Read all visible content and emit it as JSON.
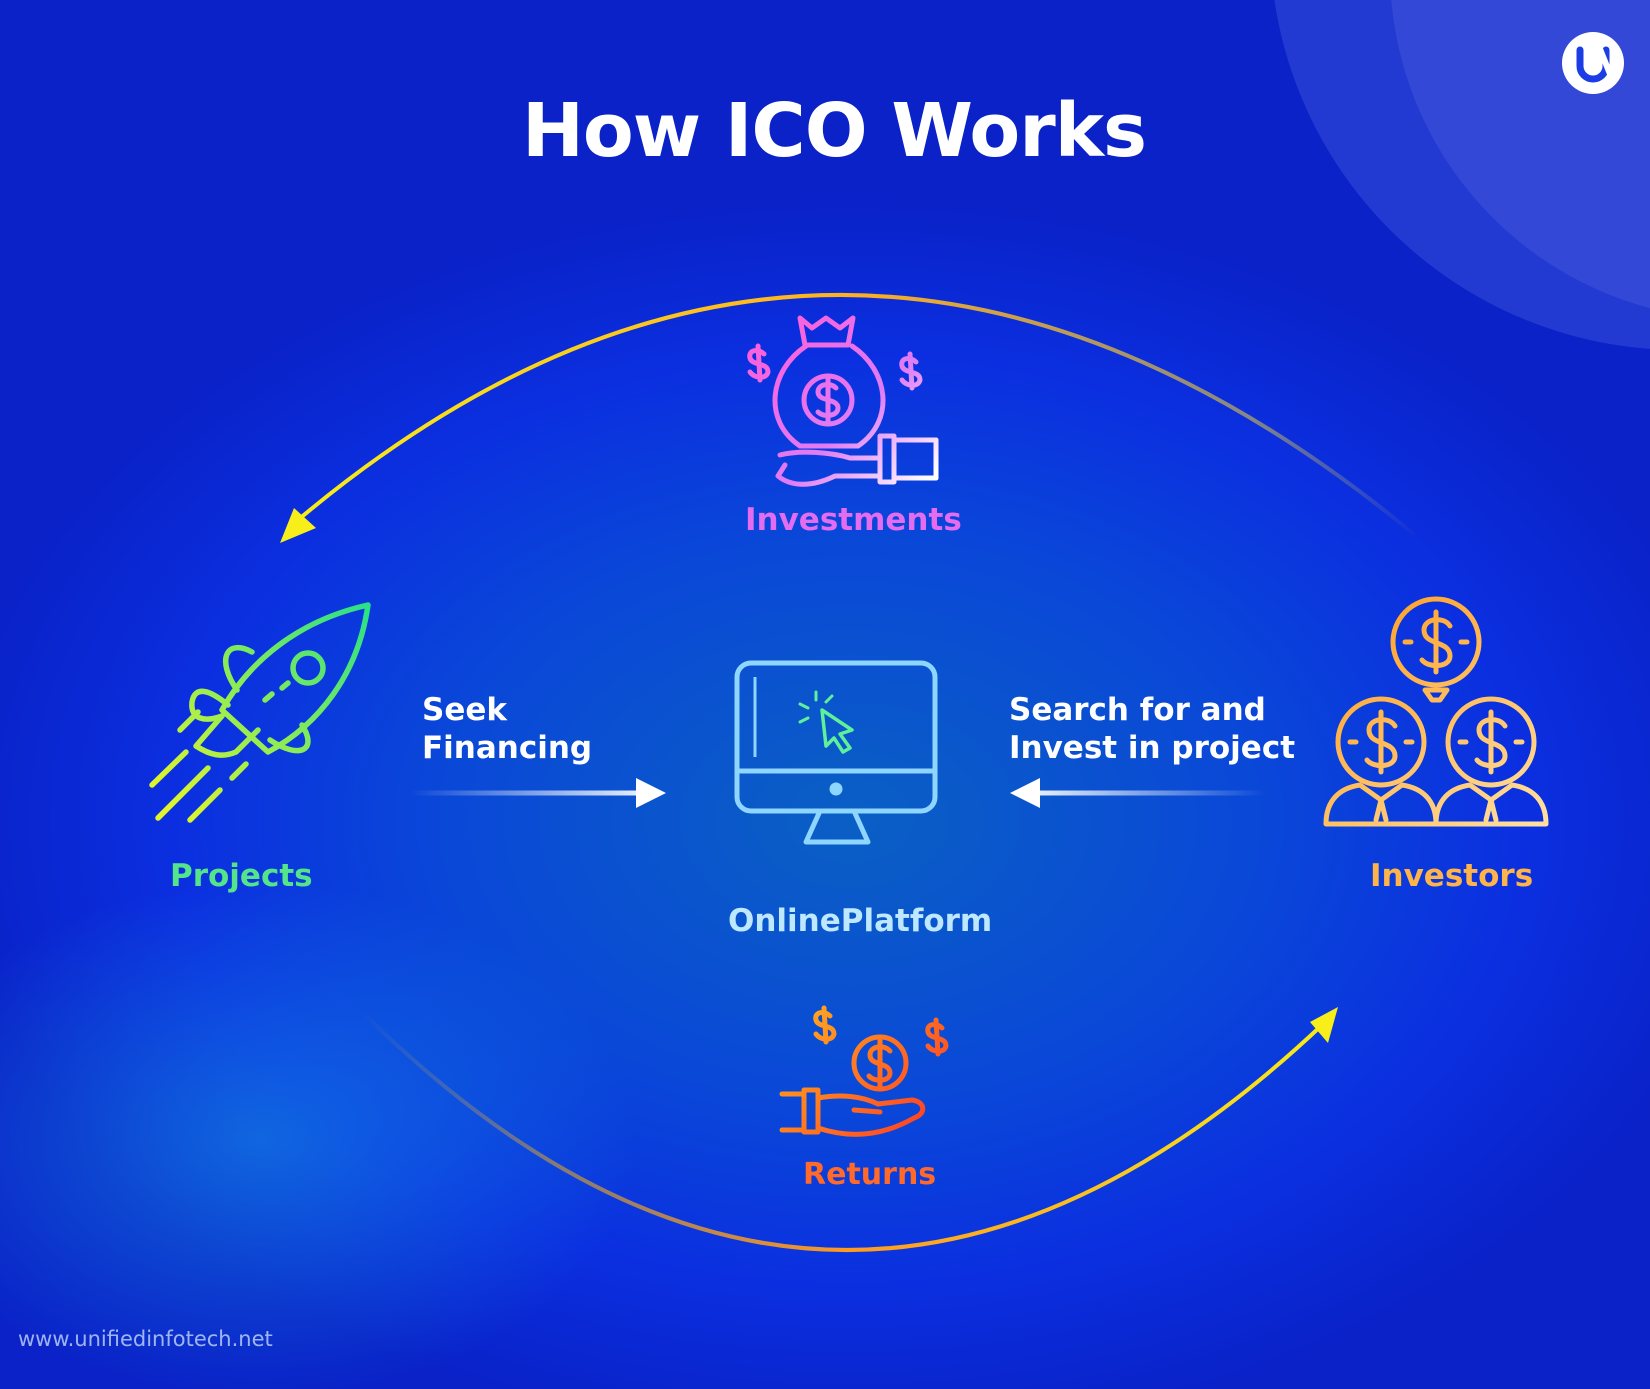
{
  "title": "How ICO Works",
  "nodes": {
    "investments": "Investments",
    "projects": "Projects",
    "online_platform": "OnlinePlatform",
    "investors": "Investors",
    "returns": "Returns"
  },
  "flows": {
    "seek_line1": "Seek",
    "seek_line2": "Financing",
    "search_line1": "Search for and",
    "search_line2": "Invest in project"
  },
  "footer_url": "www.unifiedinfotech.net",
  "icons": {
    "investments": "money-bag-hand-icon",
    "projects": "rocket-icon",
    "online_platform": "monitor-cursor-icon",
    "investors": "investor-group-dollar-icon",
    "returns": "coin-hand-icon",
    "logo": "brand-logo-icon"
  },
  "colors": {
    "background": "#0b2fe0",
    "investments": "#e46cf0",
    "projects": "#54e58a",
    "online_platform": "#9fdcff",
    "investors": "#ffb44a",
    "returns": "#ff6a2a",
    "arrow_yellow": "#f5e81e"
  }
}
